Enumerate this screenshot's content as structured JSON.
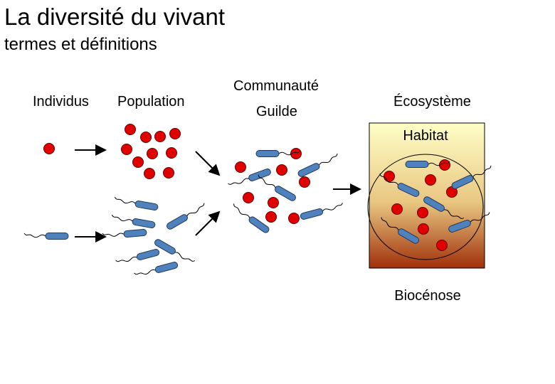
{
  "title": "La diversité du vivant",
  "subtitle": "termes et définitions",
  "labels": {
    "individus": "Individus",
    "population": "Population",
    "communaute": "Communauté",
    "guilde": "Guilde",
    "ecosysteme": "Écosystème",
    "habitat": "Habitat",
    "biocenose": "Biocénose"
  },
  "colors": {
    "cell_red": "#e00000",
    "cell_blue": "#4f81bd",
    "outline": "#1f3a5f",
    "habitat_top": "#ffffc8",
    "habitat_bottom": "#a0300a"
  }
}
